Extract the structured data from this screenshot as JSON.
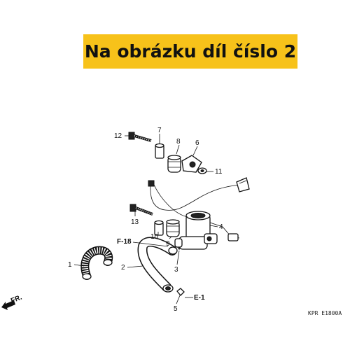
{
  "banner": {
    "text": "Na obrázku díl číslo 2",
    "background": "#f7c21a"
  },
  "diagram_code": "KPR E1800A",
  "direction_label": "FR.",
  "callouts": {
    "p1": "1",
    "p2": "2",
    "p3": "3",
    "p4": "4",
    "p5": "5",
    "p6": "6",
    "p7": "7",
    "p8": "8",
    "p9": "9",
    "p10": "10",
    "p11": "11",
    "p12": "12",
    "p13": "13"
  },
  "references": {
    "f18": "F-18",
    "e1": "E-1"
  }
}
